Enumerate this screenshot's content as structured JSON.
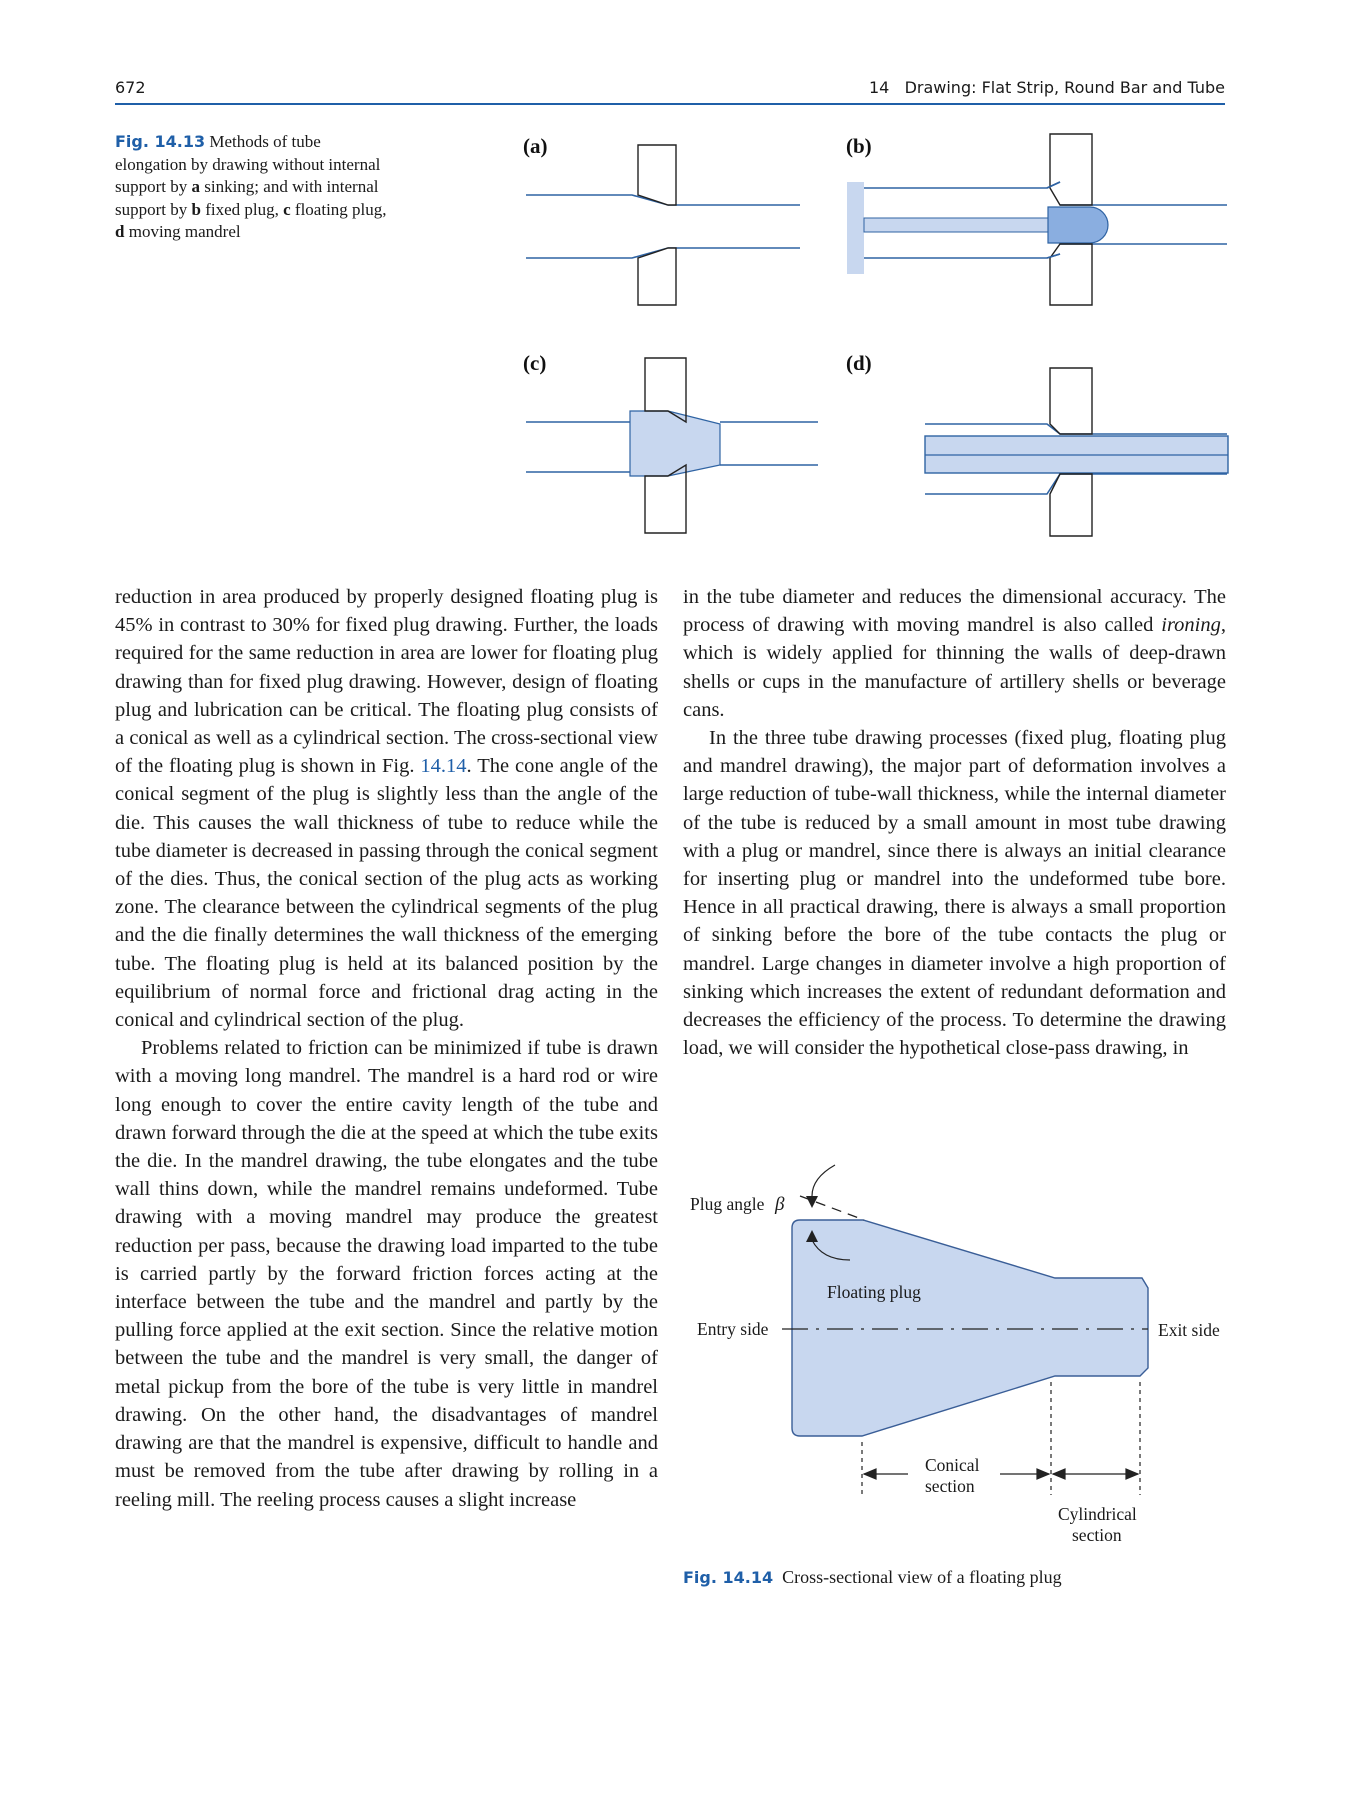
{
  "header": {
    "page_number": "672",
    "running_title": "14   Drawing: Flat Strip, Round Bar and Tube"
  },
  "fig13": {
    "label": "Fig. 14.13",
    "caption": [
      {
        "t": "  Methods of tube elongation by drawing without internal support by ",
        "b": false
      },
      {
        "t": "a",
        "b": true
      },
      {
        "t": " sinking; and with internal support by ",
        "b": false
      },
      {
        "t": "b",
        "b": true
      },
      {
        "t": " fixed plug, ",
        "b": false
      },
      {
        "t": "c",
        "b": true
      },
      {
        "t": " floating plug, ",
        "b": false
      },
      {
        "t": "d",
        "b": true
      },
      {
        "t": " moving mandrel",
        "b": false
      }
    ],
    "panels": {
      "a": "(a)",
      "b": "(b)",
      "c": "(c)",
      "d": "(d)"
    }
  },
  "left_column": [
    {
      "indent": false,
      "runs": [
        {
          "t": "reduction in area produced by properly designed floating plug is 45% in contrast to 30% for fixed plug drawing. Further, the loads required for the same reduction in area are lower for floating plug drawing than for fixed plug drawing. However, design of floating plug and lubrication can be critical. The floating plug consists of a conical as well as a cylindrical section. The cross-sectional view of the floating plug is shown in Fig. "
        },
        {
          "t": "14.14",
          "link": true
        },
        {
          "t": ". The cone angle of the conical segment of the plug is slightly less than the angle of the die. This causes the wall thickness of tube to reduce while the tube diameter is decreased in passing through the conical segment of the dies. Thus, the conical section of the plug acts as working zone. The clearance between the cylindrical segments of the plug and the die finally determines the wall thickness of the emerging tube. The floating plug is held at its balanced position by the equilibrium of normal force and frictional drag acting in the conical and cylindrical section of the plug."
        }
      ]
    },
    {
      "indent": true,
      "runs": [
        {
          "t": "Problems related to friction can be minimized if tube is drawn with a moving long mandrel. The mandrel is a hard rod or wire long enough to cover the entire cavity length of the tube and drawn forward through the die at the speed at which the tube exits the die. In the mandrel drawing, the tube elongates and the tube wall thins down, while the mandrel remains undeformed. Tube drawing with a moving mandrel may produce the greatest reduction per pass, because the drawing load imparted to the tube is carried partly by the forward friction forces acting at the interface between the tube and the mandrel and partly by the pulling force applied at the exit section. Since the relative motion between the tube and the mandrel is very small, the danger of metal pickup from the bore of the tube is very little in mandrel drawing. On the other hand, the disadvantages of mandrel drawing are that the mandrel is expensive, difficult to handle and must be removed from the tube after drawing by rolling in a reeling mill. The reeling process causes a slight increase"
        }
      ]
    }
  ],
  "right_column": [
    {
      "indent": false,
      "runs": [
        {
          "t": "in the tube diameter and reduces the dimensional accuracy. The process of drawing with moving mandrel is also called "
        },
        {
          "t": "ironing",
          "italic": true
        },
        {
          "t": ", which is widely applied for thinning the walls of deep-drawn shells or cups in the manufacture of artillery shells or beverage cans."
        }
      ]
    },
    {
      "indent": true,
      "runs": [
        {
          "t": "In the three tube drawing processes (fixed plug, floating plug and mandrel drawing), the major part of deformation involves a large reduction of tube-wall thickness, while the internal diameter of the tube is reduced by a small amount in most tube drawing with a plug or mandrel, since there is always an initial clearance for inserting plug or mandrel into the undeformed tube bore. Hence in all practical drawing, there is always a small proportion of sinking before the bore of the tube contacts the plug or mandrel. Large changes in diameter involve a high proportion of sinking which increases the extent of redundant deformation and decreases the efficiency of the process. To determine the drawing load, we will consider the hypothetical close-pass drawing, in"
        }
      ]
    }
  ],
  "fig14": {
    "label": "Fig. 14.14",
    "caption": "  Cross-sectional view of a floating plug",
    "plug_angle": "Plug angle",
    "beta": "β",
    "floating_plug": "Floating plug",
    "entry_side": "Entry side",
    "exit_side": "Exit side",
    "conical_1": "Conical",
    "conical_2": "section",
    "cyl_1": "Cylindrical",
    "cyl_2": "section"
  },
  "colors": {
    "accent": "#1f5fa8",
    "line": "#2f63a3",
    "fill_light": "#c8d7ef",
    "fill_dark": "#8aaee0"
  }
}
